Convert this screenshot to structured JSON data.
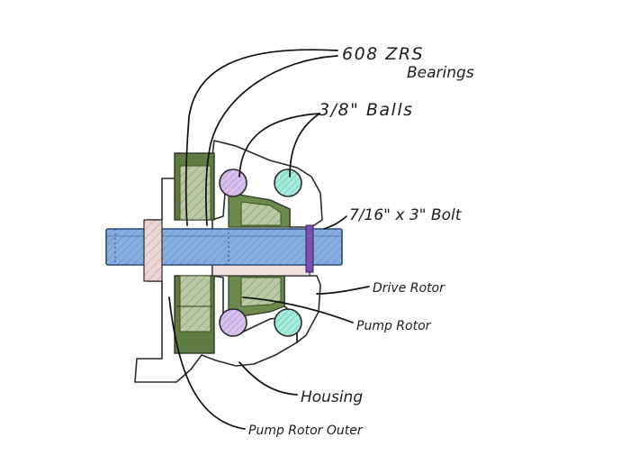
{
  "labels": {
    "bearings_line1": "608 ZRS",
    "bearings_line2": "Bearings",
    "balls": "3/8\" Balls",
    "bolt": "7/16\" x 3\" Bolt",
    "drive_rotor": "Drive Rotor",
    "pump_rotor": "Pump Rotor",
    "housing": "Housing",
    "pump_rotor_outer": "Pump Rotor Outer"
  },
  "colors": {
    "housing": "#e9d3d1",
    "bearing": "#5e7a42",
    "bearing_dark": "#4b6334",
    "bolt": "#7fa6d6",
    "ball_purple": "#cdb2e6",
    "ball_teal": "#8fe0cf",
    "bolt_head": "#7a4fb0"
  }
}
